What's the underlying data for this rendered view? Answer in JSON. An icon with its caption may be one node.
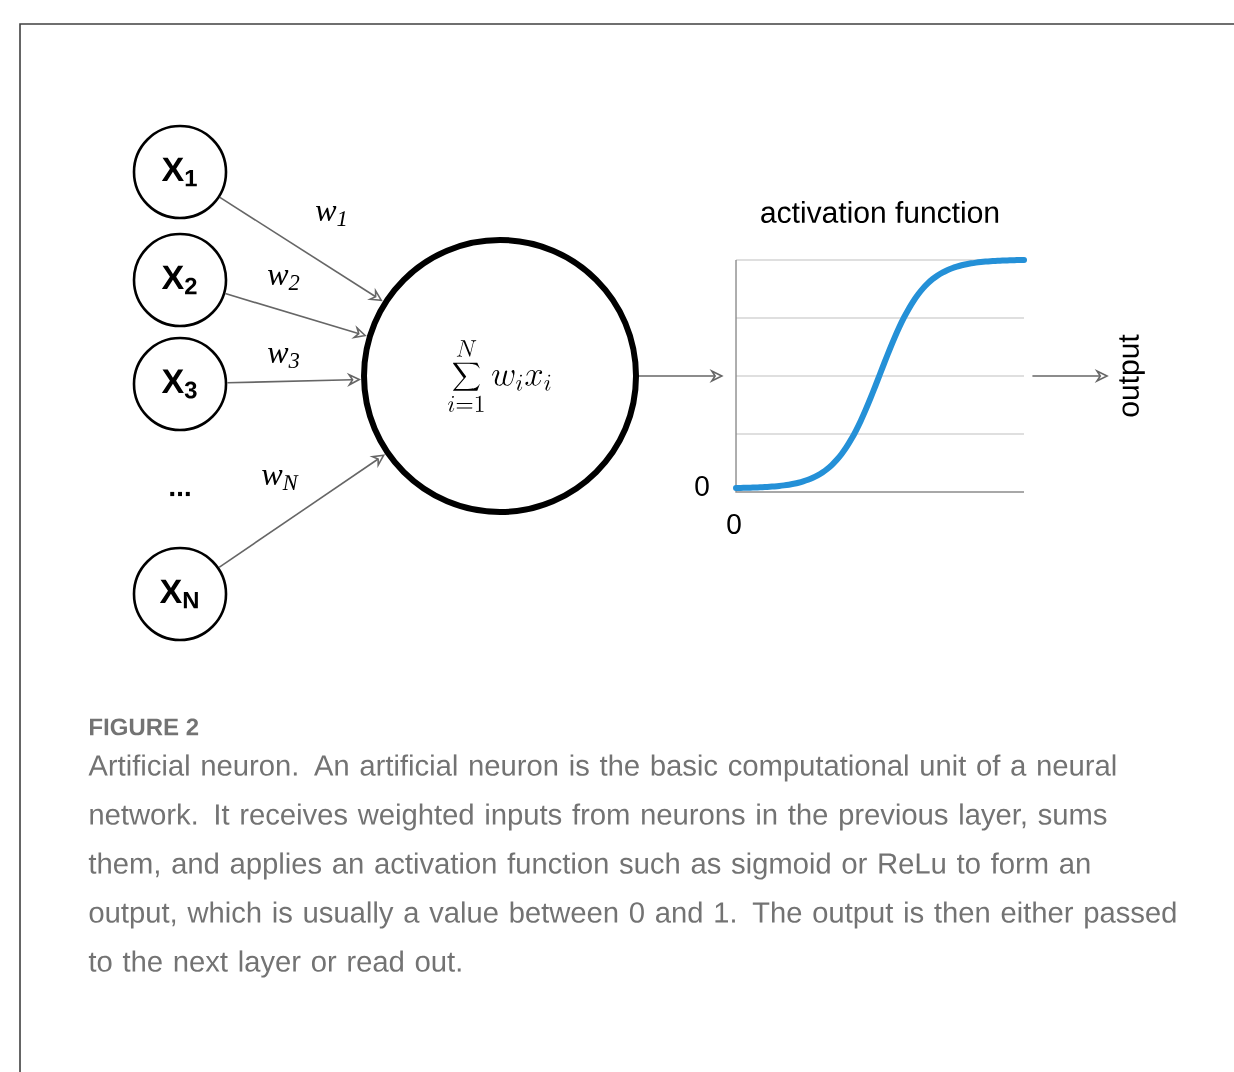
{
  "diagram": {
    "title": "FIGURE 2",
    "caption": "Artificial neuron. An artificial neuron is the basic computational unit of a neural network. It receives weighted inputs from neurons in the previous layer, sums them, and applies an activation function such as sigmoid or ReLu to form an output, which is usually a value between 0 and 1. The output is then either passed to the next layer or read out.",
    "nodes": [
      {
        "text": [
          "X$_{1}$"
        ]
      },
      {
        "text": [
          "X$_{2}$"
        ]
      },
      {
        "text": [
          "X$_{3}$"
        ]
      },
      {
        "text": [
          "X$_{N}$"
        ]
      },
      {
        "text": [
          "\\sum_{i=1}^{N} w_i x_i"
        ]
      },
      {
        "text": [
          "activation function"
        ]
      },
      {
        "text": [
          "output"
        ]
      }
    ],
    "edges": [
      {
        "from": 0,
        "to": 4,
        "arrow": "to",
        "label": "w$_{1}$"
      },
      {
        "from": 1,
        "to": 4,
        "arrow": "to",
        "label": "w$_{2}$"
      },
      {
        "from": 2,
        "to": 4,
        "arrow": "to",
        "label": "w$_{3}$"
      },
      {
        "from": 3,
        "to": 4,
        "arrow": "to",
        "label": "w$_{N}$"
      },
      {
        "from": 4,
        "to": 5,
        "arrow": "to"
      },
      {
        "from": 5,
        "to": 6,
        "arrow": "to"
      }
    ],
    "labels": [
      "...",
      "0",
      "0"
    ]
  }
}
